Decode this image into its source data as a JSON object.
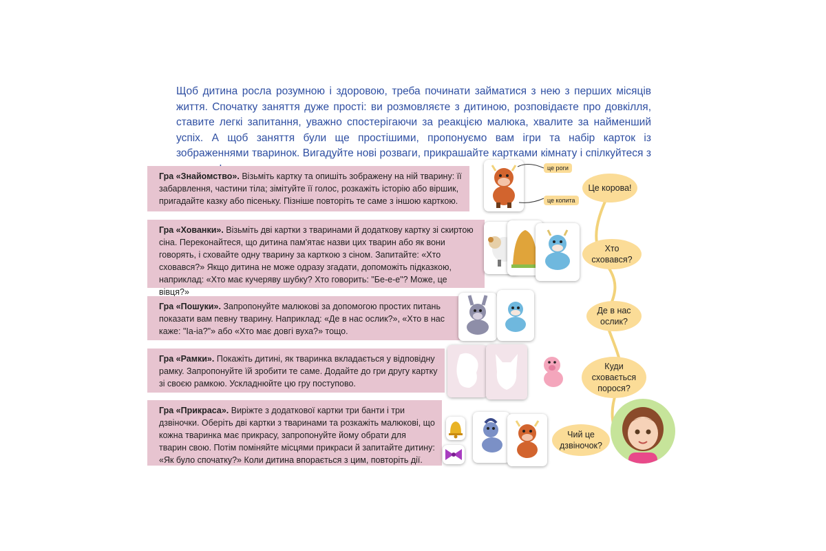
{
  "intro": "Щоб дитина росла розумною і здоровою, треба починати займатися з нею з перших місяців життя. Спочатку заняття дуже прості: ви розмовляєте з дитиною, розповідаєте про довкілля, ставите легкі запитання, уважно спостерігаючи за реакцією малюка, хвалите за найменший успіх. А щоб заняття були ще простішими, пропонуємо вам ігри та набір карток із зображеннями тваринок. Вигадуйте нові розваги, прикрашайте картками кімнату і спілкуйтеся з дитиною!",
  "games": [
    {
      "title": "Гра «Знайомство».",
      "text": " Візьміть картку та опишіть зображену на ній тварину: її забарвлення, частини тіла; зімітуйте її голос, розкажіть історію або віршик, пригадайте казку або пісеньку. Пізніше повторіть те саме з іншою карткою."
    },
    {
      "title": "Гра «Хованки».",
      "text": " Візьміть дві картки з тваринами й додаткову картку зі скиртою сіна. Переконайтеся, що дитина пам'ятає назви цих тварин або як вони говорять, і сховайте одну тварину за карткою з сіном. Запитайте: «Хто сховався?» Якщо дитина не може одразу згадати, допоможіть підказкою, наприклад: «Хто має кучеряву шубку? Хто говорить: \"Бе-е-е\"? Може, це вівця?»"
    },
    {
      "title": "Гра «Пошуки».",
      "text": " Запропонуйте малюкові за допомогою простих питань показати вам певну тварину. Наприклад: «Де в нас ослик?», «Хто в нас каже: \"Іа-іа?\"» або «Хто має довгі вуха?» тощо."
    },
    {
      "title": "Гра «Рамки».",
      "text": " Покажіть дитині, як тваринка вкладається у відповідну рамку. Запропонуйте їй зробити те саме. Додайте до гри другу картку зі своєю рамкою. Ускладнюйте цю гру поступово."
    },
    {
      "title": "Гра «Прикраса».",
      "text": " Виріжте з додаткової картки три банти і три дзвіночки. Оберіть дві картки з тваринами та розкажіть малюкові, що кожна тваринка має прикрасу, запропонуйте йому обрати для тварин свою. Потім поміняйте місцями прикраси й запитайте дитину: «Як було спочатку?» Коли дитина впорається з цим, повторіть дії."
    }
  ],
  "tags": {
    "horns": "це роги",
    "hoof": "це копита"
  },
  "bubbles": [
    "Це корова!",
    "Хто сховався?",
    "Де в нас ослик?",
    "Куди сховається порося?",
    "Чий це дзвіночок?"
  ],
  "colors": {
    "intro_text": "#2f4fa2",
    "panel": "#e7c4d0",
    "bubble": "#fbdc97",
    "vine": "#f2d27a",
    "avatar_bg": "#c6e49a"
  }
}
